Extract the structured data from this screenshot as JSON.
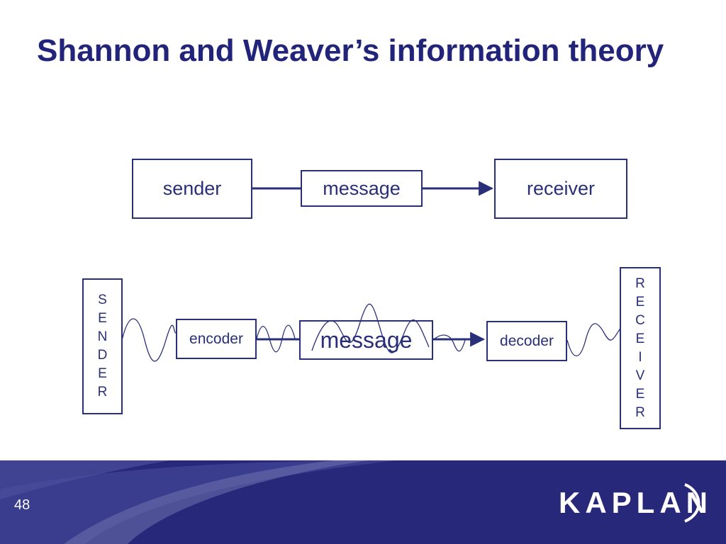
{
  "slide": {
    "title": "Shannon and Weaver’s information theory",
    "page_number": "48"
  },
  "top_diagram": {
    "sender": "sender",
    "message": "message",
    "receiver": "receiver"
  },
  "bottom_diagram": {
    "sender_letters": [
      "S",
      "E",
      "N",
      "D",
      "E",
      "R"
    ],
    "encoder": "encoder",
    "message": "message",
    "decoder": "decoder",
    "receiver_letters": [
      "R",
      "E",
      "C",
      "E",
      "I",
      "V",
      "E",
      "R"
    ]
  },
  "footer": {
    "logo": "KAPLAN"
  },
  "colors": {
    "title": "#22247a",
    "line": "#2a2f7a",
    "footer": "#27287a"
  }
}
